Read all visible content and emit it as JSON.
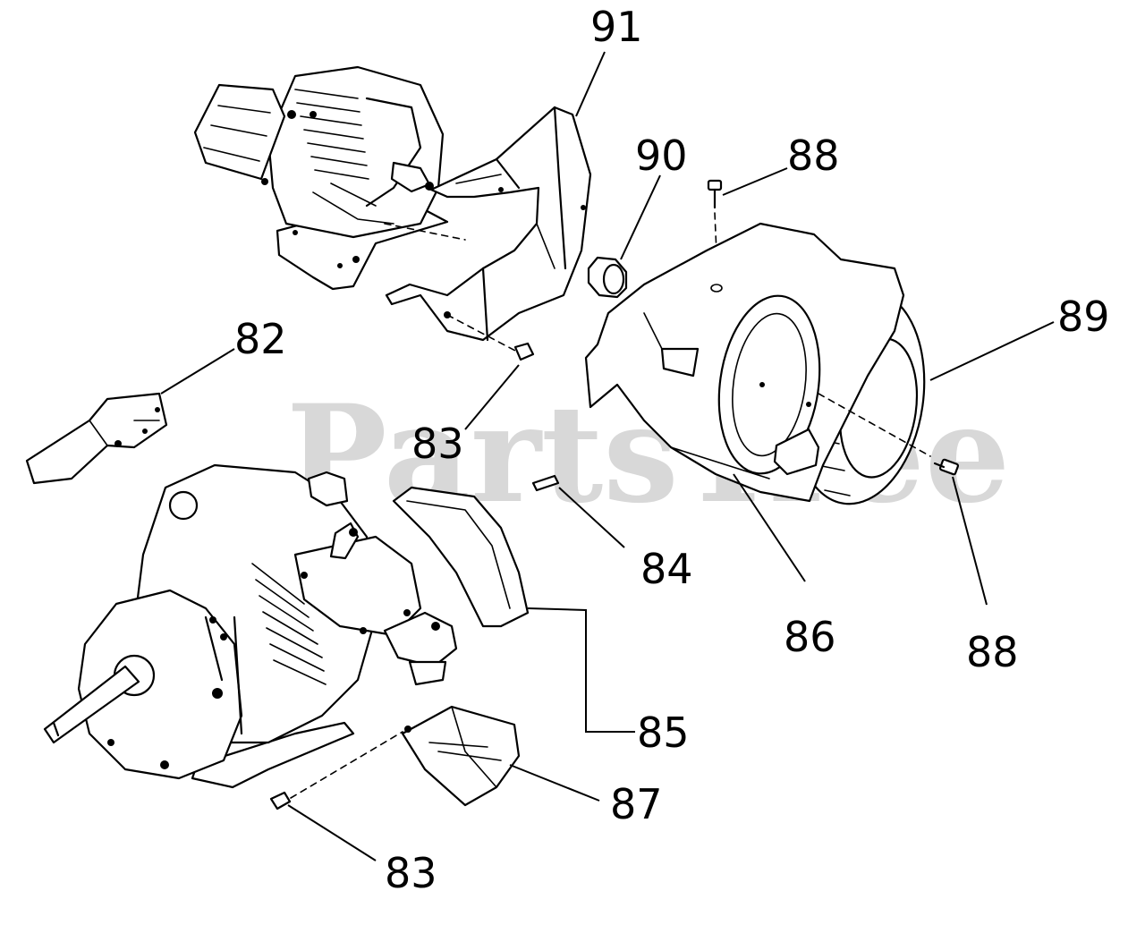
{
  "watermark": "PartsTree",
  "callouts": [
    {
      "id": "91",
      "label": "91"
    },
    {
      "id": "90",
      "label": "90"
    },
    {
      "id": "88a",
      "label": "88"
    },
    {
      "id": "89",
      "label": "89"
    },
    {
      "id": "82",
      "label": "82"
    },
    {
      "id": "83a",
      "label": "83"
    },
    {
      "id": "84",
      "label": "84"
    },
    {
      "id": "86",
      "label": "86"
    },
    {
      "id": "88b",
      "label": "88"
    },
    {
      "id": "85",
      "label": "85"
    },
    {
      "id": "87",
      "label": "87"
    },
    {
      "id": "83b",
      "label": "83"
    }
  ]
}
